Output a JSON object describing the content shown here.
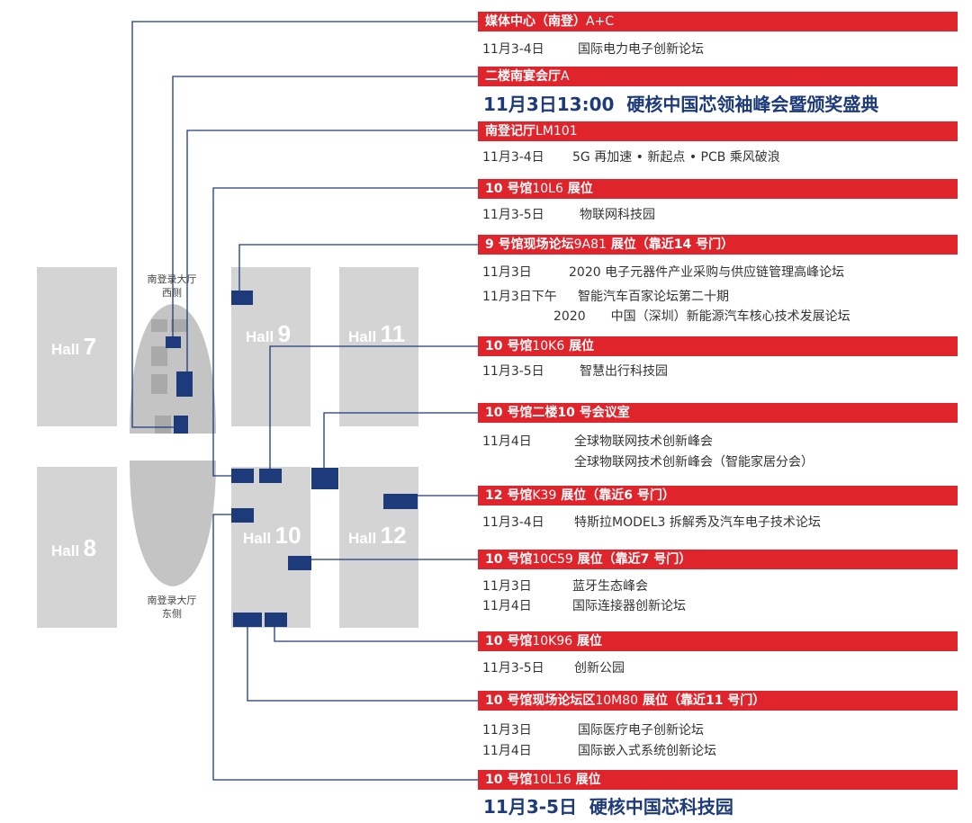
{
  "halls": [
    {
      "id": "7",
      "word": "Hall",
      "num": "7"
    },
    {
      "id": "8",
      "word": "Hall",
      "num": "8"
    },
    {
      "id": "9",
      "word": "Hall",
      "num": "9"
    },
    {
      "id": "10",
      "word": "Hall",
      "num": "10"
    },
    {
      "id": "11",
      "word": "Hall",
      "num": "11"
    },
    {
      "id": "12",
      "word": "Hall",
      "num": "12"
    }
  ],
  "lobby": {
    "west": [
      "南登录大厅",
      "西侧"
    ],
    "east": [
      "南登录大厅",
      "东侧"
    ]
  },
  "colors": {
    "accent_red": "#e0242c",
    "booth_blue": "#1d3a7a",
    "hall_gray": "#d4d4d4",
    "lobby_gray": "#c4c4c4"
  },
  "events": [
    {
      "header_bold": "媒体中心（南登）",
      "header_thin": "A+C",
      "lines": [
        {
          "date": "11月3-4日",
          "text": "国际电力电子创新论坛"
        }
      ]
    },
    {
      "header_bold": "二楼南宴会厅",
      "header_thin": "A",
      "big": {
        "date": "11月3日13:00",
        "text": "硬核中国芯领袖峰会暨颁奖盛典"
      }
    },
    {
      "header_bold": "南登记厅",
      "header_thin": "LM101",
      "lines": [
        {
          "date": "11月3-4日",
          "text": "5G 再加速 • 新起点 • PCB 乘风破浪"
        }
      ]
    },
    {
      "header_bold": "10 号馆",
      "header_thin": "10L6",
      "header_tail": "展位",
      "lines": [
        {
          "date": "11月3-5日",
          "text": "物联网科技园"
        }
      ]
    },
    {
      "header_bold": "9 号馆现场论坛",
      "header_thin": "9A81",
      "header_tail": "展位（靠近14 号门）",
      "lines": [
        {
          "date": "11月3日",
          "text": "2020 电子元器件产业采购与供应链管理高峰论坛"
        },
        {
          "date": "11月3日下午",
          "text": "智能汽车百家论坛第二十期"
        },
        {
          "date": "",
          "text": "2020　　中国（深圳）新能源汽车核心技术发展论坛"
        }
      ]
    },
    {
      "header_bold": "10 号馆",
      "header_thin": "10K6",
      "header_tail": "展位",
      "lines": [
        {
          "date": "11月3-5日",
          "text": "智慧出行科技园"
        }
      ]
    },
    {
      "header_bold": "10 号馆二楼10 号会议室",
      "header_thin": "",
      "lines": [
        {
          "date": "11月4日",
          "text": "全球物联网技术创新峰会"
        },
        {
          "date": "",
          "text": "全球物联网技术创新峰会（智能家居分会）"
        }
      ]
    },
    {
      "header_bold": "12 号馆",
      "header_thin": "K39",
      "header_tail": "展位（靠近6 号门）",
      "lines": [
        {
          "date": "11月3-4日",
          "text": "特斯拉MODEL3 拆解秀及汽车电子技术论坛"
        }
      ]
    },
    {
      "header_bold": "10 号馆",
      "header_thin": "10C59",
      "header_tail": "展位（靠近7 号门）",
      "lines": [
        {
          "date": "11月3日",
          "text": "蓝牙生态峰会"
        },
        {
          "date": "11月4日",
          "text": "国际连接器创新论坛"
        }
      ]
    },
    {
      "header_bold": "10 号馆",
      "header_thin": "10K96",
      "header_tail": "展位",
      "lines": [
        {
          "date": "11月3-5日",
          "text": "创新公园"
        }
      ]
    },
    {
      "header_bold": "10 号馆现场论坛区",
      "header_thin": "10M80",
      "header_tail": "展位（靠近11 号门）",
      "lines": [
        {
          "date": "11月3日",
          "text": "国际医疗电子创新论坛"
        },
        {
          "date": "11月4日",
          "text": "国际嵌入式系统创新论坛"
        }
      ]
    },
    {
      "header_bold": "10 号馆",
      "header_thin": "10L16",
      "header_tail": "展位",
      "big": {
        "date": "11月3-5日",
        "text": "硬核中国芯科技园"
      }
    }
  ]
}
